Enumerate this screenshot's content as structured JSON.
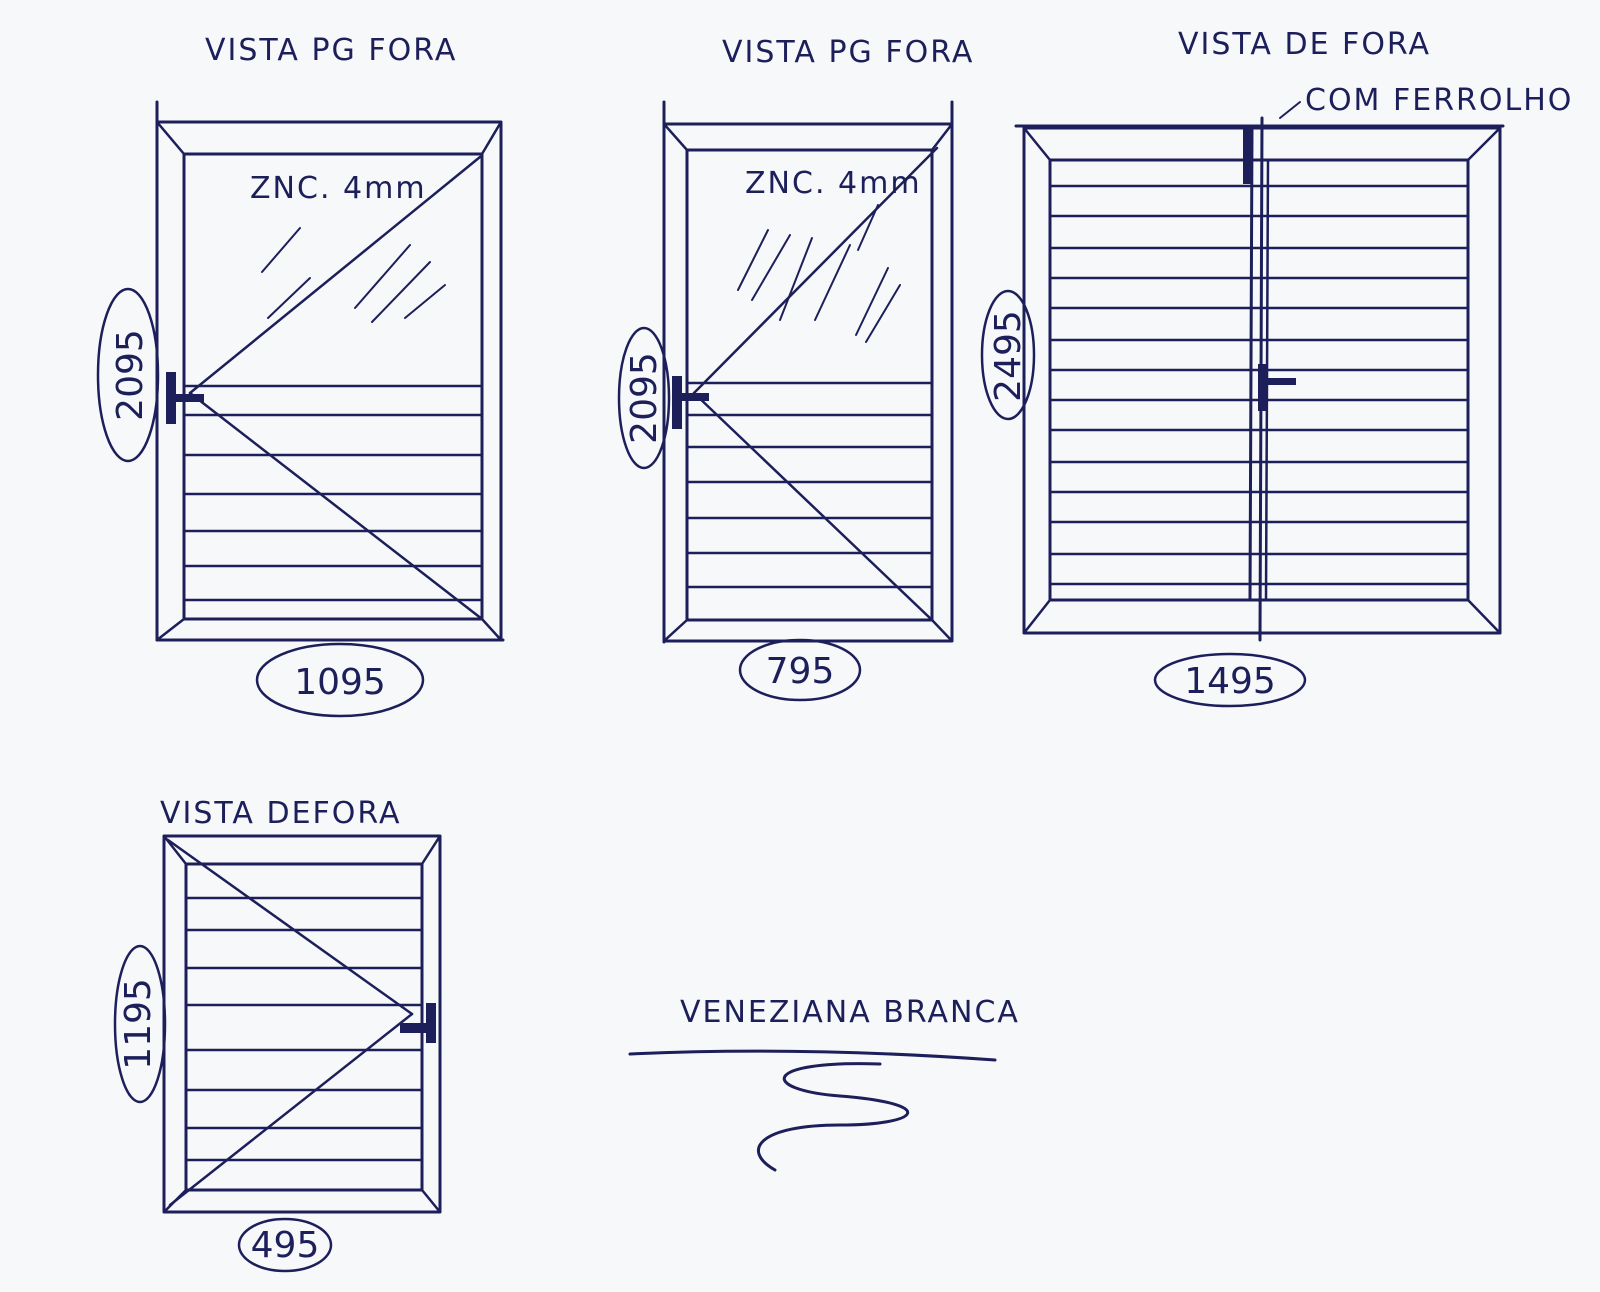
{
  "colors": {
    "ink": "#1c1f5a",
    "paper": "#f7f8f9"
  },
  "drawings": [
    {
      "id": "door-1",
      "view_label": "VISTA PG FORA",
      "glass_label": "ZNC. 4mm",
      "height": "2095",
      "width": "1095"
    },
    {
      "id": "door-2",
      "view_label": "VISTA PG FORA",
      "glass_label": "ZNC. 4mm",
      "height": "2095",
      "width": "795"
    },
    {
      "id": "door-3",
      "view_label": "VISTA DE FORA",
      "note": "COM FERROLHO",
      "height": "2495",
      "width": "1495"
    },
    {
      "id": "window-4",
      "view_label": "VISTA DEFORA",
      "height": "1195",
      "width": "495"
    }
  ],
  "note": "VENEZIANA BRANCA"
}
